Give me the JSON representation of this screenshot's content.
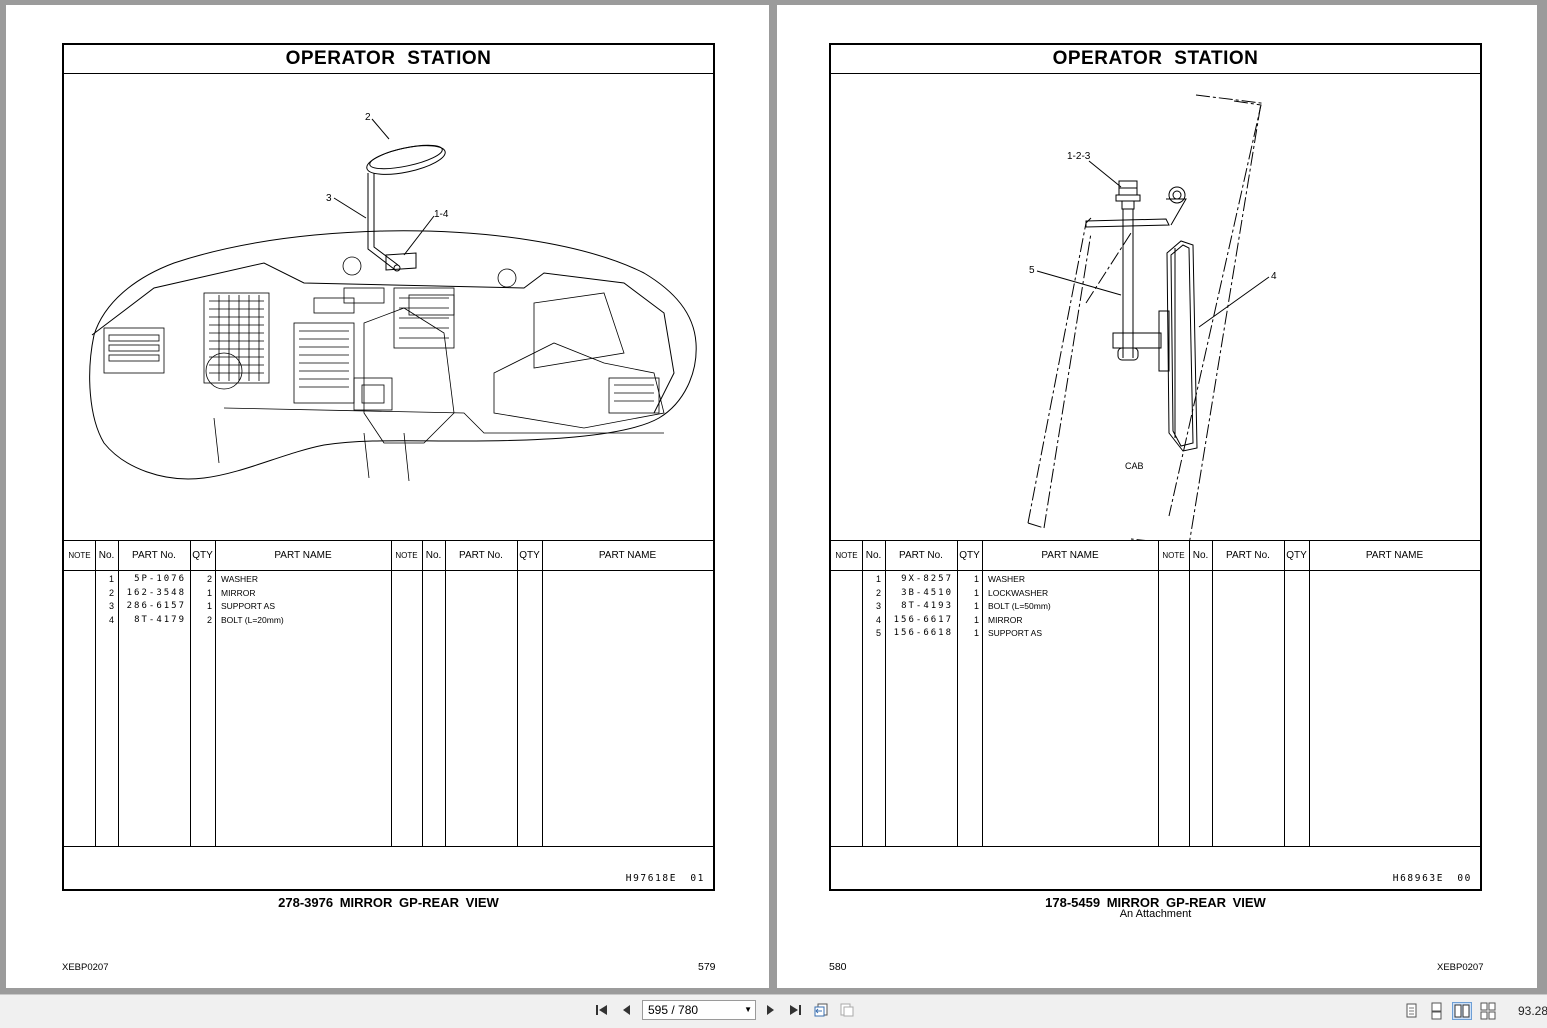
{
  "left": {
    "title": "OPERATOR   STATION",
    "headers": {
      "note": "NOTE",
      "no": "No.",
      "part_no": "PART No.",
      "qty": "QTY",
      "part_name": "PART NAME",
      "note2": "NOTE",
      "no2": "No.",
      "part_no2": "PART No.",
      "qty2": "QTY",
      "part_name2": "PART NAME"
    },
    "rows": [
      {
        "no": "1",
        "part": "5P-1076",
        "qty": "2",
        "name": "WASHER"
      },
      {
        "no": "2",
        "part": "162-3548",
        "qty": "1",
        "name": "MIRROR"
      },
      {
        "no": "3",
        "part": "286-6157",
        "qty": "1",
        "name": "SUPPORT  AS"
      },
      {
        "no": "4",
        "part": "8T-4179",
        "qty": "2",
        "name": "BOLT (L=20mm)"
      }
    ],
    "callouts": {
      "c2": "2",
      "c3": "3",
      "c14": "1-4"
    },
    "drawing_code": "H97618E  01",
    "caption": "278-3976  MIRROR GP-REAR VIEW",
    "doc_id": "XEBP0207",
    "page_number": "579"
  },
  "right": {
    "title": "OPERATOR   STATION",
    "headers": {
      "note": "NOTE",
      "no": "No.",
      "part_no": "PART No.",
      "qty": "QTY",
      "part_name": "PART NAME",
      "note2": "NOTE",
      "no2": "No.",
      "part_no2": "PART No.",
      "qty2": "QTY",
      "part_name2": "PART NAME"
    },
    "rows": [
      {
        "no": "1",
        "part": "9X-8257",
        "qty": "1",
        "name": "WASHER"
      },
      {
        "no": "2",
        "part": "3B-4510",
        "qty": "1",
        "name": "LOCKWASHER"
      },
      {
        "no": "3",
        "part": "8T-4193",
        "qty": "1",
        "name": "BOLT (L=50mm)"
      },
      {
        "no": "4",
        "part": "156-6617",
        "qty": "1",
        "name": "MIRROR"
      },
      {
        "no": "5",
        "part": "156-6618",
        "qty": "1",
        "name": "SUPPORT  AS"
      }
    ],
    "callouts": {
      "c123": "1-2-3",
      "c5": "5",
      "c4": "4",
      "cab": "CAB"
    },
    "drawing_code": "H68963E  00",
    "caption": "178-5459  MIRROR GP-REAR VIEW",
    "subcaption": "An Attachment",
    "doc_id": "XEBP0207",
    "page_number": "580"
  },
  "toolbar": {
    "page_indicator": "595 / 780",
    "zoom": "93.28"
  }
}
